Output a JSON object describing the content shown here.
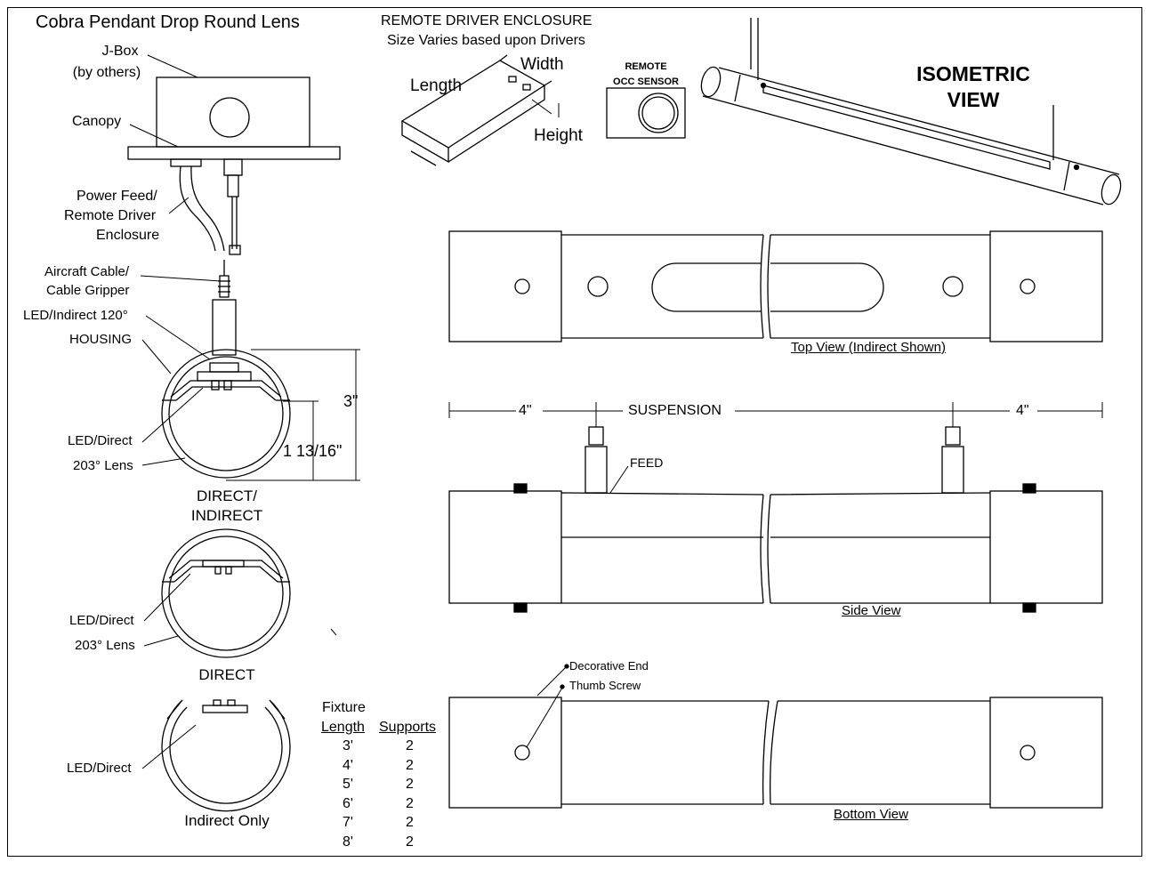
{
  "title": "Cobra Pendant Drop Round Lens",
  "left_labels": {
    "jbox_1": "J-Box",
    "jbox_2": "(by others)",
    "canopy": "Canopy",
    "power_1": "Power Feed/",
    "power_2": "Remote Driver",
    "power_3": "Enclosure",
    "cable_1": "Aircraft Cable/",
    "cable_2": "Cable Gripper",
    "led_indirect": "LED/Indirect 120°",
    "housing": "HOUSING",
    "led_direct_1": "LED/Direct",
    "lens_1": "203° Lens",
    "dim_3": "3\"",
    "dim_113": "1 13/16\"",
    "section_1_a": "DIRECT/",
    "section_1_b": "INDIRECT",
    "led_direct_2": "LED/Direct",
    "lens_2": "203° Lens",
    "section_2": "DIRECT",
    "led_direct_3": "LED/Direct",
    "section_3": "Indirect Only"
  },
  "driver": {
    "title_1": "REMOTE DRIVER ENCLOSURE",
    "title_2": "Size Varies based upon Drivers",
    "width": "Width",
    "length": "Length",
    "height": "Height"
  },
  "sensor": {
    "line_1": "REMOTE",
    "line_2": "OCC SENSOR"
  },
  "iso": {
    "line_1": "ISOMETRIC",
    "line_2": "VIEW"
  },
  "views": {
    "top": "Top View (Indirect Shown)",
    "side": "Side View",
    "bottom": "Bottom View",
    "dim_left": "4\"",
    "dim_mid": "SUSPENSION",
    "dim_right": "4\"",
    "feed": "FEED",
    "decorative": "Decorative End",
    "thumb": "Thumb Screw"
  },
  "table": {
    "header_fixture": "Fixture",
    "header_length": "Length",
    "header_supports": "Supports",
    "rows": [
      {
        "length": "3'",
        "supports": "2"
      },
      {
        "length": "4'",
        "supports": "2"
      },
      {
        "length": "5'",
        "supports": "2"
      },
      {
        "length": "6'",
        "supports": "2"
      },
      {
        "length": "7'",
        "supports": "2"
      },
      {
        "length": "8'",
        "supports": "2"
      }
    ]
  }
}
